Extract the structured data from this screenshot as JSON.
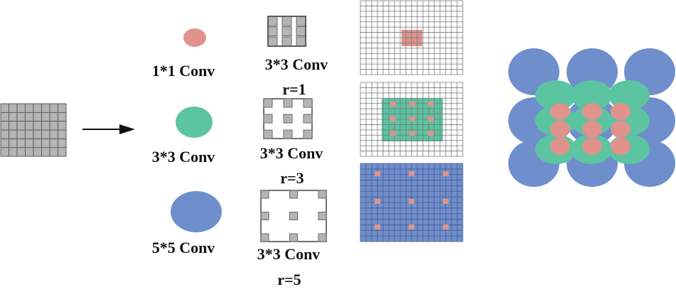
{
  "labels": {
    "conv_1x1": "1*1 Conv",
    "conv_3x3": "3*3 Conv",
    "conv_5x5": "5*5 Conv",
    "dilated_r1_name": "3*3 Conv",
    "dilated_r1_rate": "r=1",
    "dilated_r3_name": "3*3 Conv",
    "dilated_r3_rate": "r=3",
    "dilated_r5_name": "3*3 Conv",
    "dilated_r5_rate": "r=5"
  },
  "colors": {
    "pink": "#e0928d",
    "green": "#5cc4a0",
    "blue": "#6f8fcc",
    "grey": "#b4b4b4",
    "dark_line": "#444444"
  }
}
